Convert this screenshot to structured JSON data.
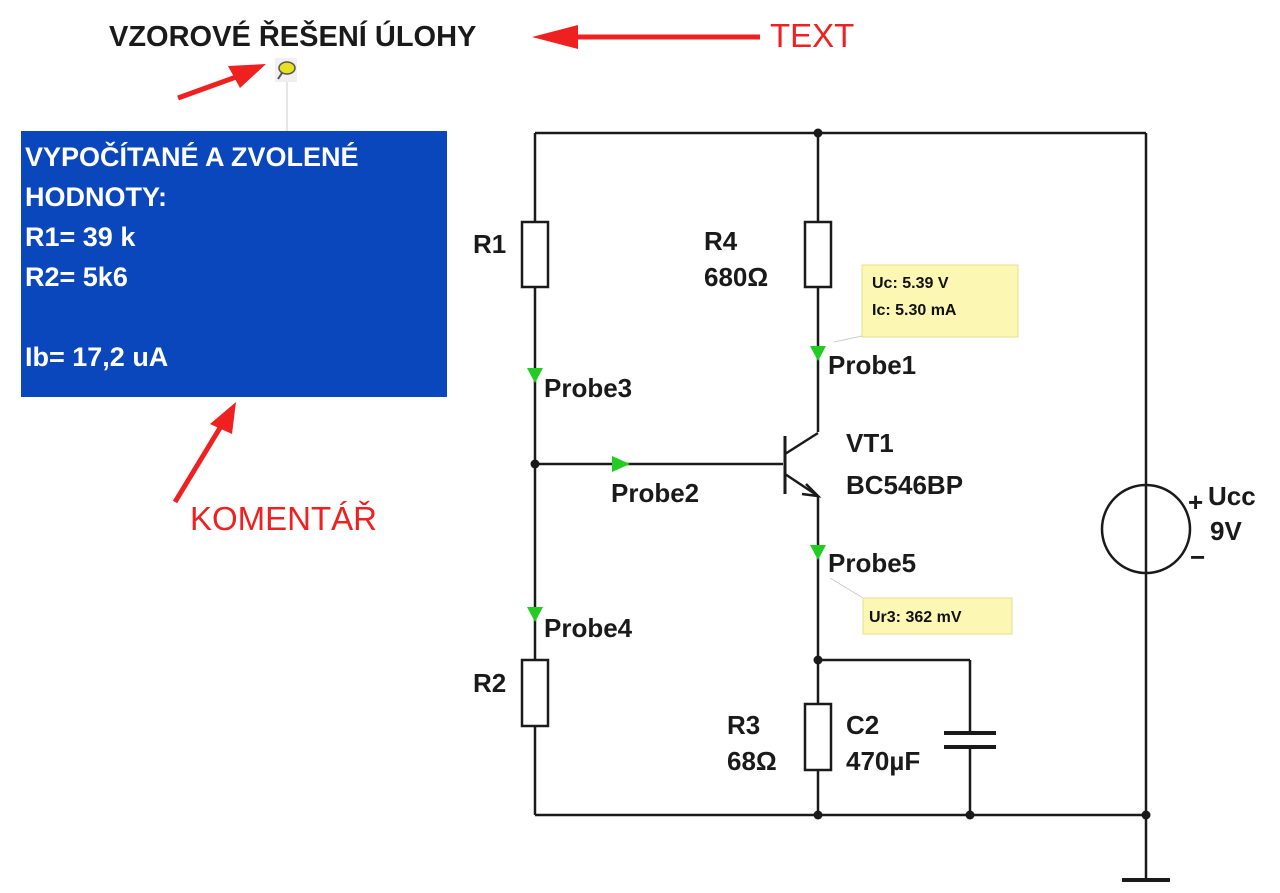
{
  "title": "VZOROVÉ ŘEŠENÍ ÚLOHY",
  "callouts": {
    "text": "TEXT",
    "comment": "KOMENTÁŘ"
  },
  "comment_box": {
    "lines": [
      "VYPOČÍTANÉ A ZVOLENÉ",
      "HODNOTY:",
      "R1= 39 k",
      "R2= 5k6",
      "",
      "Ib= 17,2 uA"
    ],
    "background": "#0a47bd"
  },
  "components": {
    "r1": {
      "name": "R1"
    },
    "r2": {
      "name": "R2"
    },
    "r3": {
      "name": "R3",
      "value": "68Ω"
    },
    "r4": {
      "name": "R4",
      "value": "680Ω"
    },
    "c2": {
      "name": "C2",
      "value": "470µF"
    },
    "vt1": {
      "name": "VT1",
      "model": "BC546BP"
    },
    "ucc": {
      "name": "Ucc",
      "value": "9V",
      "plus": "+",
      "minus": "−"
    }
  },
  "probes": {
    "probe1": {
      "name": "Probe1",
      "line1": "Uc: 5.39 V",
      "line2": "Ic: 5.30 mA"
    },
    "probe2": {
      "name": "Probe2"
    },
    "probe3": {
      "name": "Probe3"
    },
    "probe4": {
      "name": "Probe4"
    },
    "probe5": {
      "name": "Probe5",
      "line1": "Ur3: 362 mV"
    }
  },
  "colors": {
    "callout": "#ee2020",
    "probe_marker": "#22cc22",
    "probe_box": "#fdf7b4",
    "wire": "#1a1a1a"
  },
  "icons": {
    "annotation": "comment-pin-icon"
  }
}
